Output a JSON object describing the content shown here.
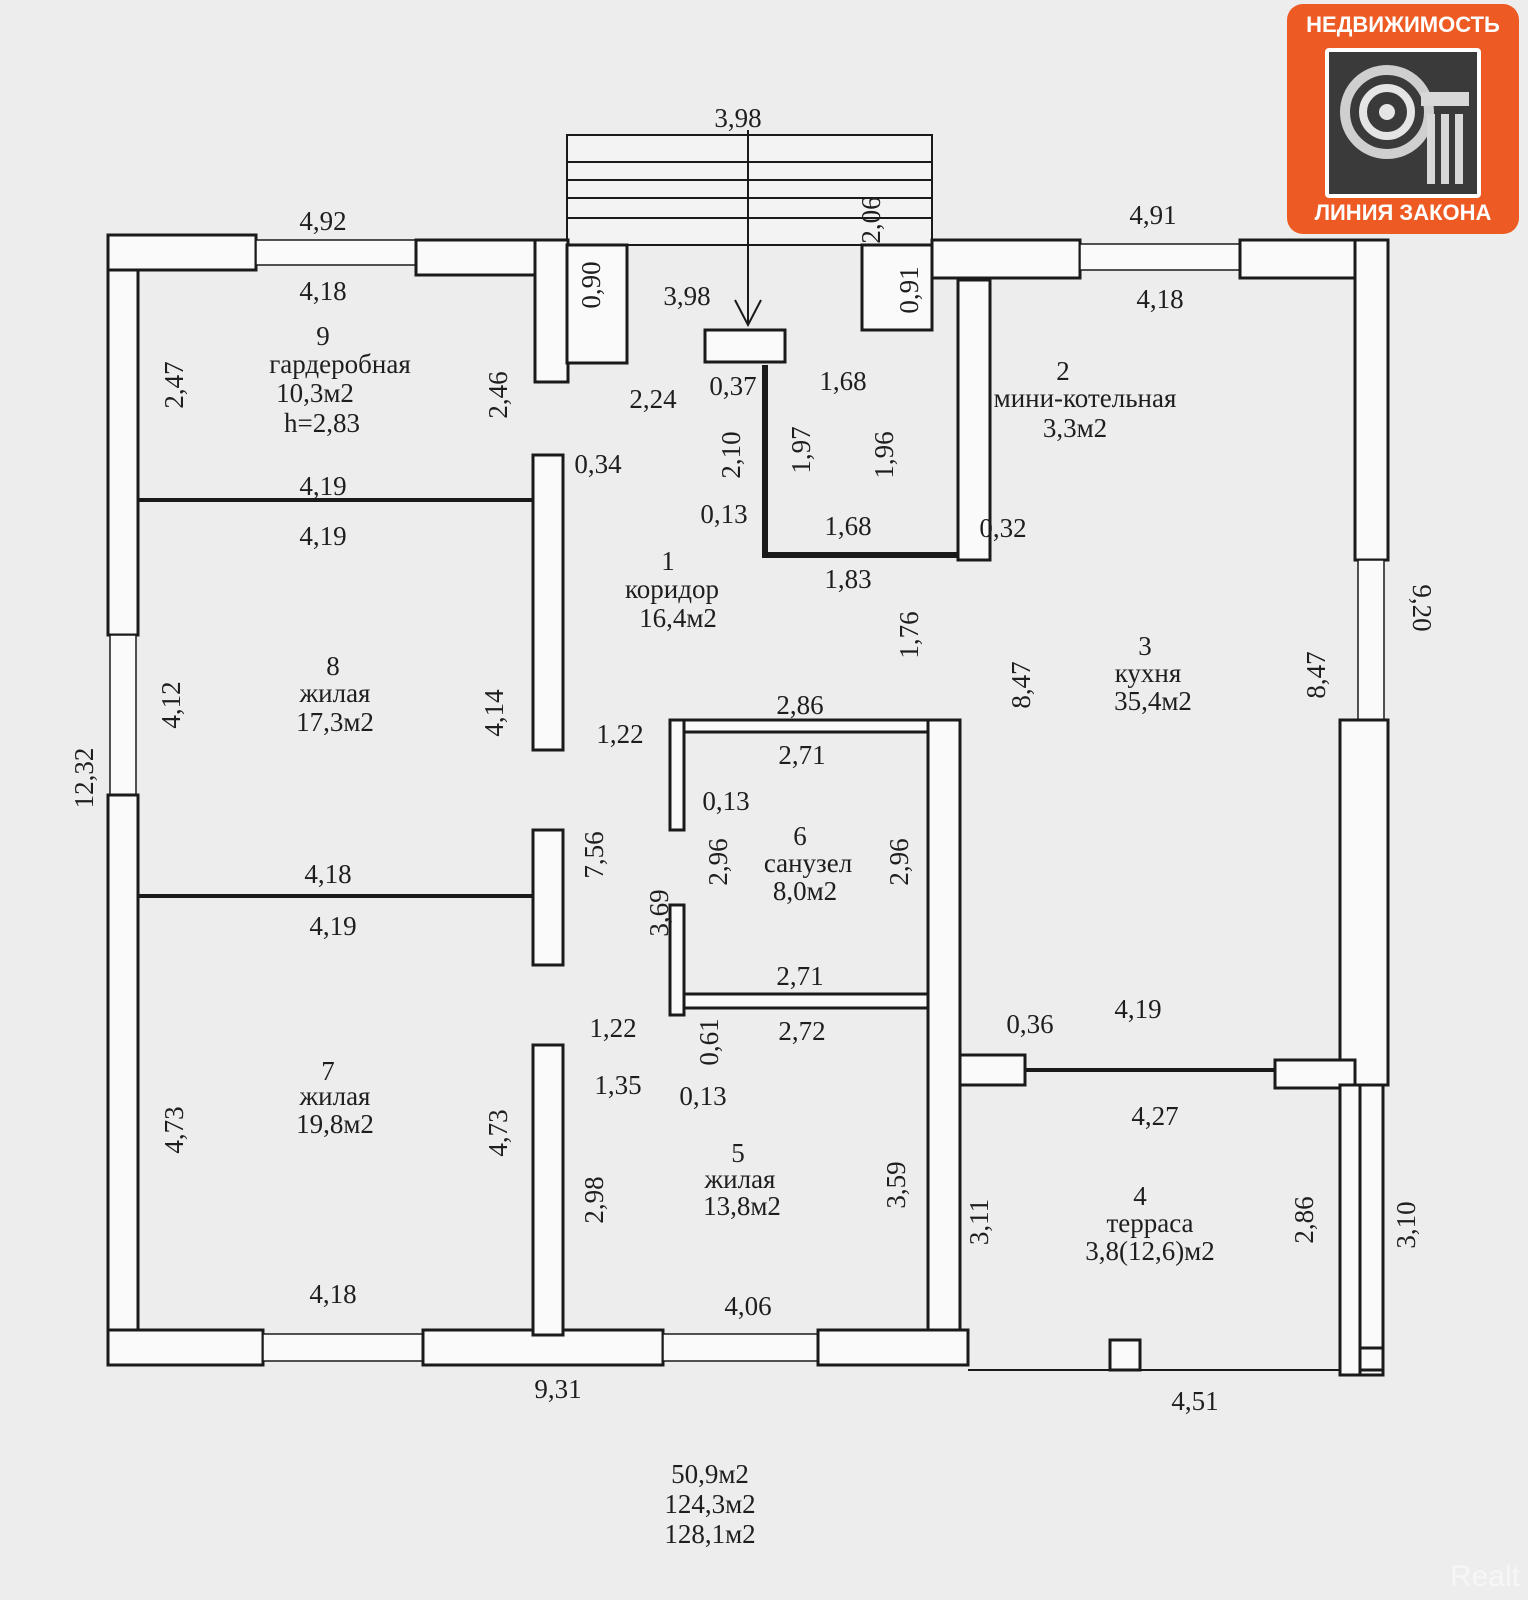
{
  "logo": {
    "top_text": "НЕДВИЖИМОСТЬ",
    "bottom_text": "ЛИНИЯ ЗАКОНА",
    "brand_color": "#ee5a23"
  },
  "watermark": "Realt",
  "rooms": [
    {
      "num": "9",
      "name": "гардеробная",
      "area": "10,3м2",
      "extra": "h=2,83"
    },
    {
      "num": "2",
      "name": "мини-котельная",
      "area": "3,3м2"
    },
    {
      "num": "1",
      "name": "коридор",
      "area": "16,4м2"
    },
    {
      "num": "3",
      "name": "кухня",
      "area": "35,4м2"
    },
    {
      "num": "8",
      "name": "жилая",
      "area": "17,3м2"
    },
    {
      "num": "6",
      "name": "санузел",
      "area": "8,0м2"
    },
    {
      "num": "7",
      "name": "жилая",
      "area": "19,8м2"
    },
    {
      "num": "5",
      "name": "жилая",
      "area": "13,8м2"
    },
    {
      "num": "4",
      "name": "терраса",
      "area": "3,8(12,6)м2"
    }
  ],
  "dimensions": [
    "3,98",
    "2,06",
    "0,90",
    "3,98",
    "0,91",
    "4,92",
    "4,18",
    "4,91",
    "4,18",
    "2,47",
    "2,46",
    "2,24",
    "0,37",
    "1,68",
    "2,10",
    "1,97",
    "1,96",
    "0,34",
    "4,19",
    "0,13",
    "1,68",
    "0,32",
    "4,19",
    "1,83",
    "1,76",
    "9,20",
    "8,47",
    "8,47",
    "12,32",
    "4,12",
    "4,14",
    "1,22",
    "2,86",
    "2,71",
    "0,13",
    "7,56",
    "2,96",
    "2,96",
    "4,18",
    "4,19",
    "3,69",
    "2,71",
    "0,36",
    "4,19",
    "1,22",
    "0,61",
    "2,72",
    "1,35",
    "0,13",
    "4,27",
    "4,73",
    "4,73",
    "3,59",
    "2,98",
    "3,11",
    "2,86",
    "3,10",
    "4,18",
    "4,06",
    "9,31",
    "4,51"
  ],
  "totals": [
    "50,9м2",
    "124,3м2",
    "128,1м2"
  ]
}
